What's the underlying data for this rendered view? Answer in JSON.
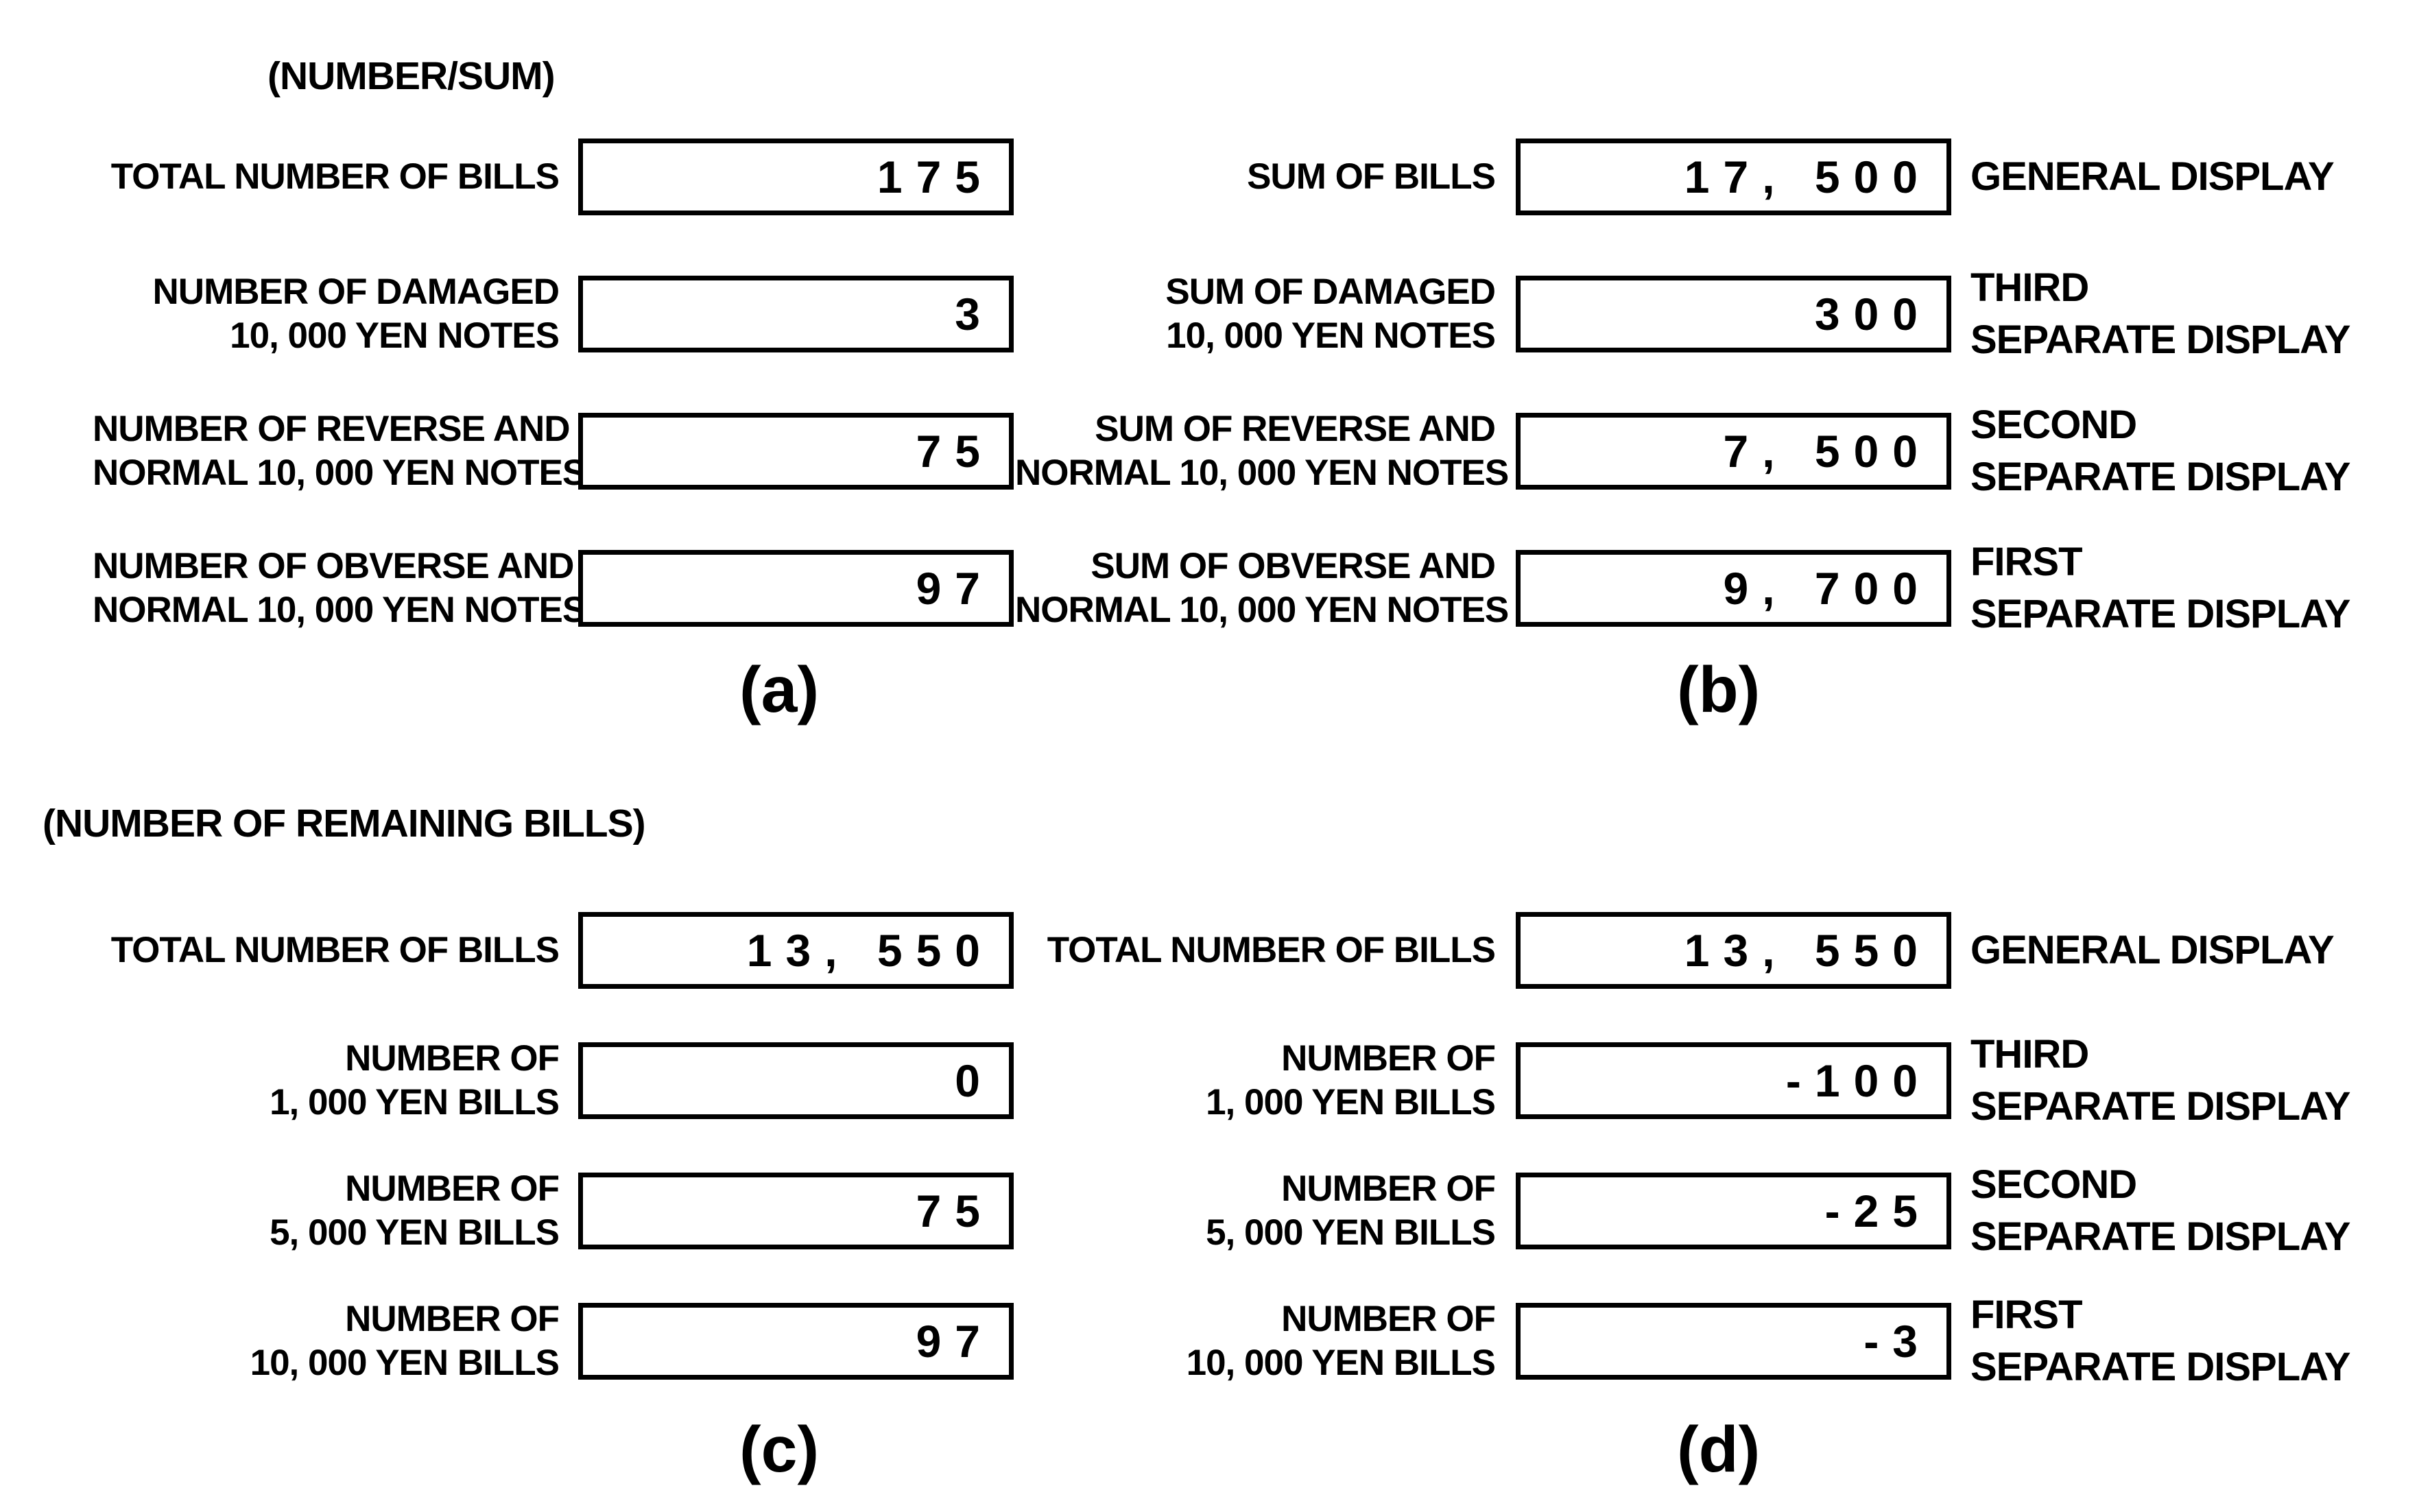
{
  "sections": {
    "number_sum": {
      "header": "(NUMBER/SUM)"
    },
    "remaining": {
      "header": "(NUMBER OF REMAINING BILLS)"
    }
  },
  "panels": {
    "a": {
      "letter": "(a)",
      "rows": [
        {
          "label_lines": [
            "TOTAL NUMBER OF BILLS"
          ],
          "value": "175"
        },
        {
          "label_lines": [
            "NUMBER OF DAMAGED",
            "10, 000 YEN NOTES"
          ],
          "value": "3"
        },
        {
          "label_lines": [
            "NUMBER OF REVERSE AND",
            "NORMAL 10, 000 YEN NOTES"
          ],
          "value": "75"
        },
        {
          "label_lines": [
            "NUMBER OF OBVERSE AND",
            "NORMAL 10, 000 YEN NOTES"
          ],
          "value": "97"
        }
      ]
    },
    "b": {
      "letter": "(b)",
      "rows": [
        {
          "label_lines": [
            "SUM OF BILLS"
          ],
          "value": "17, 500",
          "caption_lines": [
            "GENERAL DISPLAY"
          ]
        },
        {
          "label_lines": [
            "SUM OF DAMAGED",
            "10, 000 YEN NOTES"
          ],
          "value": "300",
          "caption_lines": [
            "THIRD",
            "SEPARATE DISPLAY"
          ]
        },
        {
          "label_lines": [
            "SUM OF REVERSE AND",
            "NORMAL 10, 000 YEN NOTES"
          ],
          "value": "7, 500",
          "caption_lines": [
            "SECOND",
            "SEPARATE DISPLAY"
          ]
        },
        {
          "label_lines": [
            "SUM OF OBVERSE AND",
            "NORMAL 10, 000 YEN NOTES"
          ],
          "value": "9, 700",
          "caption_lines": [
            "FIRST",
            "SEPARATE DISPLAY"
          ]
        }
      ]
    },
    "c": {
      "letter": "(c)",
      "rows": [
        {
          "label_lines": [
            "TOTAL NUMBER OF BILLS"
          ],
          "value": "13, 550"
        },
        {
          "label_lines": [
            "NUMBER OF",
            "1, 000 YEN BILLS"
          ],
          "value": "0"
        },
        {
          "label_lines": [
            "NUMBER OF",
            "5, 000 YEN BILLS"
          ],
          "value": "75"
        },
        {
          "label_lines": [
            "NUMBER OF",
            "10, 000 YEN BILLS"
          ],
          "value": "97"
        }
      ]
    },
    "d": {
      "letter": "(d)",
      "rows": [
        {
          "label_lines": [
            "TOTAL NUMBER OF BILLS"
          ],
          "value": "13, 550",
          "caption_lines": [
            "GENERAL DISPLAY"
          ]
        },
        {
          "label_lines": [
            "NUMBER OF",
            "1, 000 YEN BILLS"
          ],
          "value": "-100",
          "caption_lines": [
            "THIRD",
            "SEPARATE DISPLAY"
          ]
        },
        {
          "label_lines": [
            "NUMBER OF",
            "5, 000 YEN BILLS"
          ],
          "value": "-25",
          "caption_lines": [
            "SECOND",
            "SEPARATE DISPLAY"
          ]
        },
        {
          "label_lines": [
            "NUMBER OF",
            "10, 000 YEN BILLS"
          ],
          "value": "-3",
          "caption_lines": [
            "FIRST",
            "SEPARATE DISPLAY"
          ]
        }
      ]
    }
  }
}
